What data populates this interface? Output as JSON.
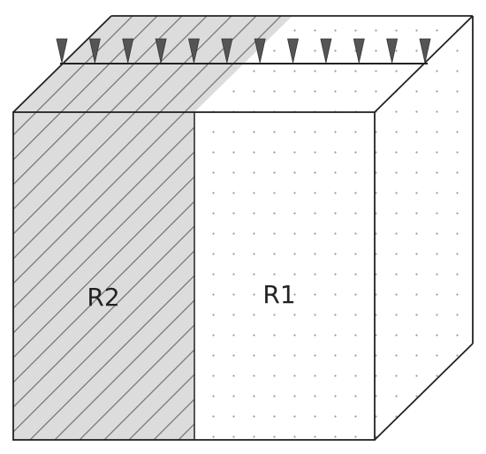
{
  "regions": {
    "r1": {
      "label": "R1",
      "pattern": "dots",
      "fill": "#ffffff"
    },
    "r2": {
      "label": "R2",
      "pattern": "hatch",
      "fill": "#dcdcdc"
    }
  },
  "load": {
    "arrow_count": 12,
    "arrow_color": "#555555"
  },
  "colors": {
    "edge": "#222222",
    "hatch": "#777777",
    "dot": "#9a9a9a"
  }
}
